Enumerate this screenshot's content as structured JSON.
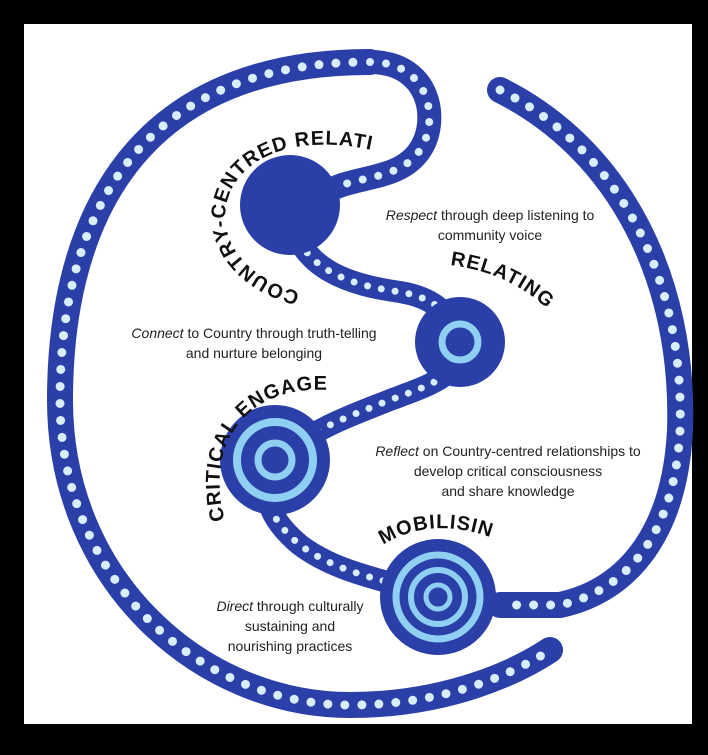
{
  "headings": {
    "country_centred": "COUNTRY-CENTRED RELATIONSHIPS",
    "relating": "RELATING",
    "critical_engagement": "CRITICAL ENGAGEMENT",
    "mobilising": "MOBILISING"
  },
  "descriptions": {
    "respect": {
      "verb": "Respect",
      "rest": " through deep listening to",
      "line2": "community voice"
    },
    "connect": {
      "verb": "Connect",
      "rest": " to Country through truth-telling",
      "line2": "and nurture belonging"
    },
    "reflect": {
      "verb": "Reflect",
      "rest": " on Country-centred relationships to",
      "line2": "develop critical consciousness",
      "line3": "and share knowledge"
    },
    "direct": {
      "verb": "Direct",
      "rest": " through culturally",
      "line2": "sustaining and",
      "line3": "nourishing practices"
    }
  },
  "colors": {
    "path": "#2b3fa8",
    "dots": "#d9eefc",
    "ring": "#8fd0f2",
    "frame": "#000000",
    "background": "#ffffff"
  }
}
